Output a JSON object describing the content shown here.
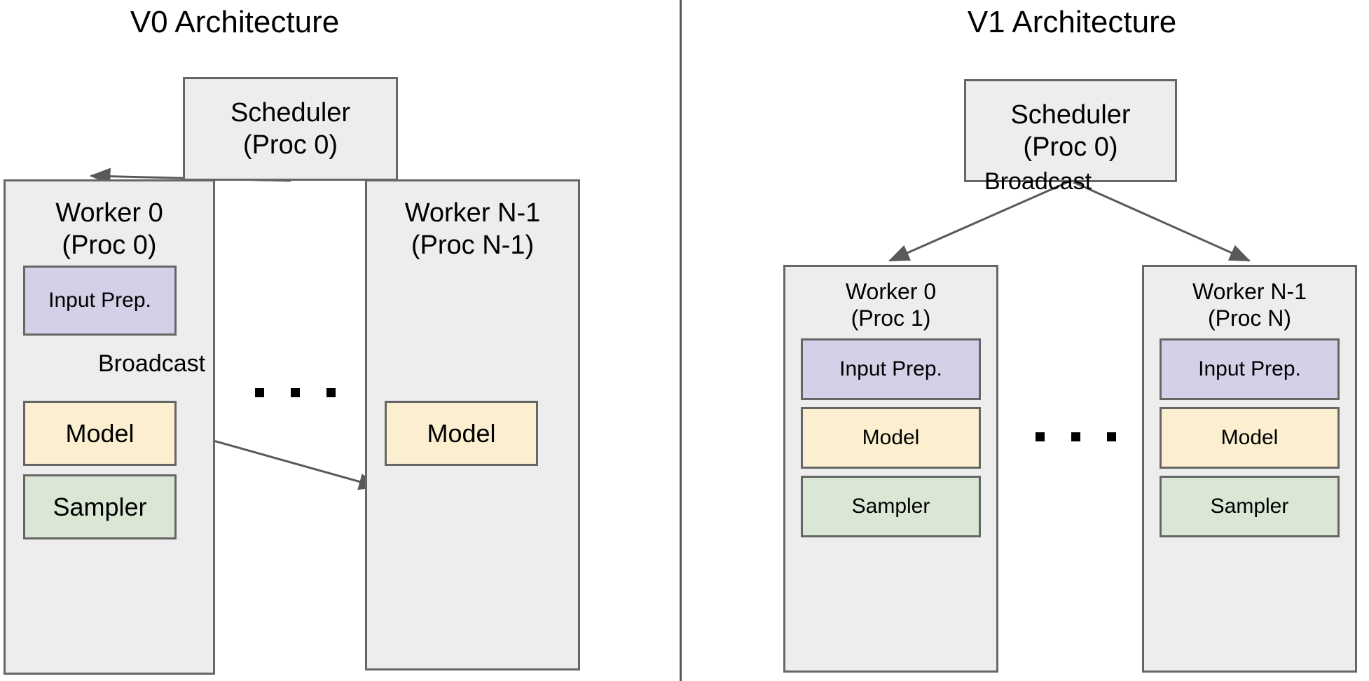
{
  "diagram": {
    "panels": [
      {
        "id": "v0",
        "title": "V0 Architecture",
        "scheduler": {
          "line1": "Scheduler",
          "line2": "(Proc 0)"
        },
        "workers": [
          {
            "line1": "Worker 0",
            "line2": "(Proc 0)",
            "components": [
              {
                "name": "Input Prep.",
                "color": "#d5d0e8"
              },
              {
                "name": "Model",
                "color": "#fbefd0"
              },
              {
                "name": "Sampler",
                "color": "#d9e7d4"
              }
            ]
          },
          {
            "line1": "Worker N-1",
            "line2": "(Proc N-1)",
            "components": [
              {
                "name": "Model",
                "color": "#fbefd0"
              }
            ]
          }
        ],
        "ellipsis": "...",
        "edge_labels": {
          "broadcast": "Broadcast"
        }
      },
      {
        "id": "v1",
        "title": "V1 Architecture",
        "scheduler": {
          "line1": "Scheduler",
          "line2": "(Proc 0)"
        },
        "workers": [
          {
            "line1": "Worker 0",
            "line2": "(Proc 1)",
            "components": [
              {
                "name": "Input Prep.",
                "color": "#d5d0e8"
              },
              {
                "name": "Model",
                "color": "#fbefd0"
              },
              {
                "name": "Sampler",
                "color": "#d9e7d4"
              }
            ]
          },
          {
            "line1": "Worker N-1",
            "line2": "(Proc N)",
            "components": [
              {
                "name": "Input Prep.",
                "color": "#d5d0e8"
              },
              {
                "name": "Model",
                "color": "#fbefd0"
              },
              {
                "name": "Sampler",
                "color": "#d9e7d4"
              }
            ]
          }
        ],
        "ellipsis": "...",
        "edge_labels": {
          "broadcast": "Broadcast"
        }
      }
    ],
    "colors": {
      "box_fill": "#ededed",
      "box_stroke": "#666666",
      "input_prep": "#d5d0e8",
      "model": "#fbefd0",
      "sampler": "#d9e7d4",
      "arrow": "#595959",
      "divider": "#595959",
      "background": "#ffffff",
      "text": "#000000"
    }
  }
}
